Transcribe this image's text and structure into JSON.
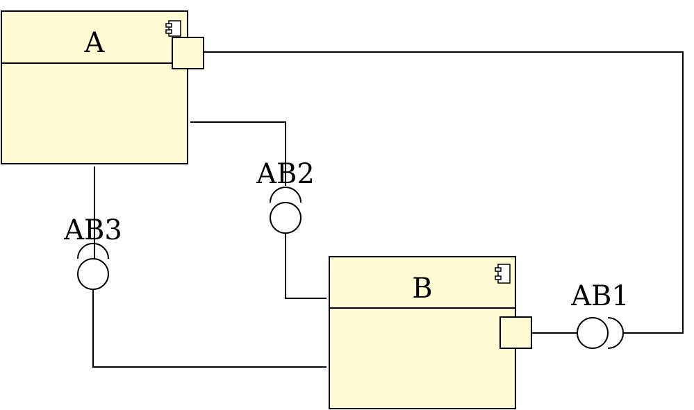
{
  "components": {
    "a": {
      "name": "A"
    },
    "b": {
      "name": "B"
    }
  },
  "interfaces": {
    "ab1": {
      "name": "AB1"
    },
    "ab2": {
      "name": "AB2"
    },
    "ab3": {
      "name": "AB3"
    }
  },
  "style": {
    "component_fill": "#fffbd5",
    "line_color": "#000000"
  },
  "icons": {
    "component": "component-icon"
  }
}
